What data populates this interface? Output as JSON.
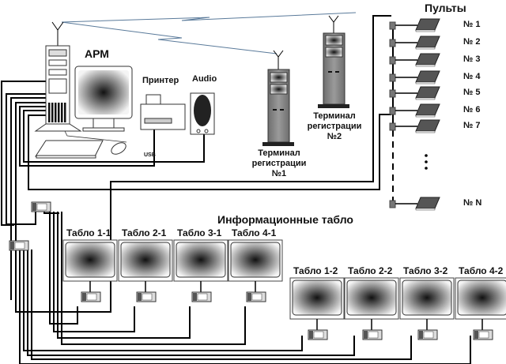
{
  "labels": {
    "workstation": "АРМ",
    "printer": "Принтер",
    "audio": "Audio",
    "usb": "USB",
    "terminal1": [
      "Терминал",
      "регистрации",
      "№1"
    ],
    "terminal2": [
      "Терминал",
      "регистрации",
      "№2"
    ],
    "consoles_title": "Пульты",
    "info_boards_title": "Информационные  табло"
  },
  "consoles": [
    "№ 1",
    "№ 2",
    "№ 3",
    "№ 4",
    "№ 5",
    "№ 6",
    "№ 7",
    "№ N"
  ],
  "boards_row1": [
    "Табло  1-1",
    "Табло  2-1",
    "Табло  3-1",
    "Табло  4-1"
  ],
  "boards_row2": [
    "Табло  1-2",
    "Табло  2-2",
    "Табло 3-2",
    "Табло 4-2"
  ],
  "colors": {
    "line": "#000000",
    "wireless": "#5a7a9a",
    "device_gray": "#8a8a8a",
    "console_dark": "#555555"
  }
}
